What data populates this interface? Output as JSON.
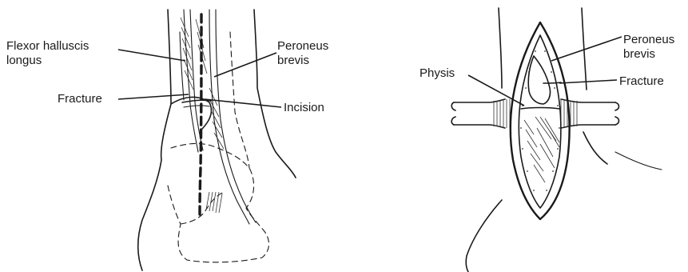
{
  "figures": [
    {
      "id": "left",
      "labels": {
        "flexor_line1": "Flexor halluscis",
        "flexor_line2": "longus",
        "fracture": "Fracture",
        "peroneus_line1": "Peroneus",
        "peroneus_line2": "brevis",
        "incision": "Incision"
      }
    },
    {
      "id": "right",
      "labels": {
        "physis": "Physis",
        "peroneus_line1": "Peroneus",
        "peroneus_line2": "brevis",
        "fracture": "Fracture"
      }
    }
  ],
  "colors": {
    "ink": "#1a1a1a",
    "paper": "#ffffff"
  }
}
